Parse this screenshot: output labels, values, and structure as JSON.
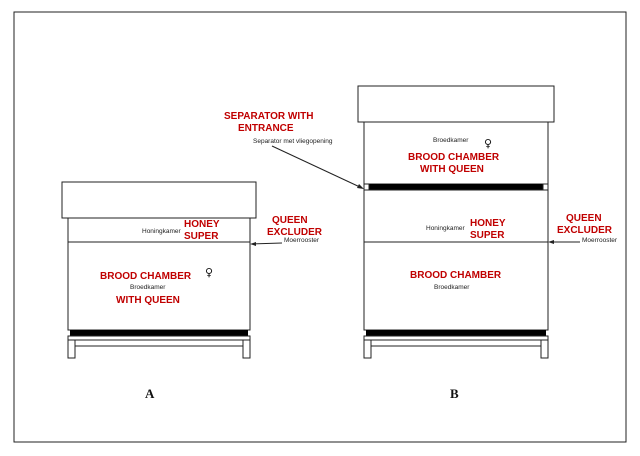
{
  "hive_a": {
    "honey_super_nl": "Honingkamer",
    "honey_super_line1": "HONEY",
    "honey_super_line2": "SUPER",
    "queen_excluder_line1": "QUEEN",
    "queen_excluder_line2": "EXCLUDER",
    "queen_excluder_nl": "Moerrooster",
    "brood_chamber": "BROOD CHAMBER",
    "brood_chamber_nl": "Broedkamer",
    "with_queen": "WITH QUEEN",
    "queen_symbol": "♀",
    "label": "A"
  },
  "hive_b": {
    "separator_line1": "SEPARATOR WITH",
    "separator_line2": "ENTRANCE",
    "separator_nl": "Separator met vliegopening",
    "top_brood_nl": "Broedkamer",
    "queen_symbol": "♀",
    "top_brood_line1": "BROOD CHAMBER",
    "top_brood_line2": "WITH QUEEN",
    "honey_super_nl": "Honingkamer",
    "honey_super_line1": "HONEY",
    "honey_super_line2": "SUPER",
    "queen_excluder_line1": "QUEEN",
    "queen_excluder_line2": "EXCLUDER",
    "queen_excluder_nl": "Moerrooster",
    "bottom_brood": "BROOD CHAMBER",
    "bottom_brood_nl": "Broedkamer",
    "label": "B"
  },
  "colors": {
    "label_red": "#c00000",
    "outline": "#222222",
    "bar": "#000000"
  }
}
